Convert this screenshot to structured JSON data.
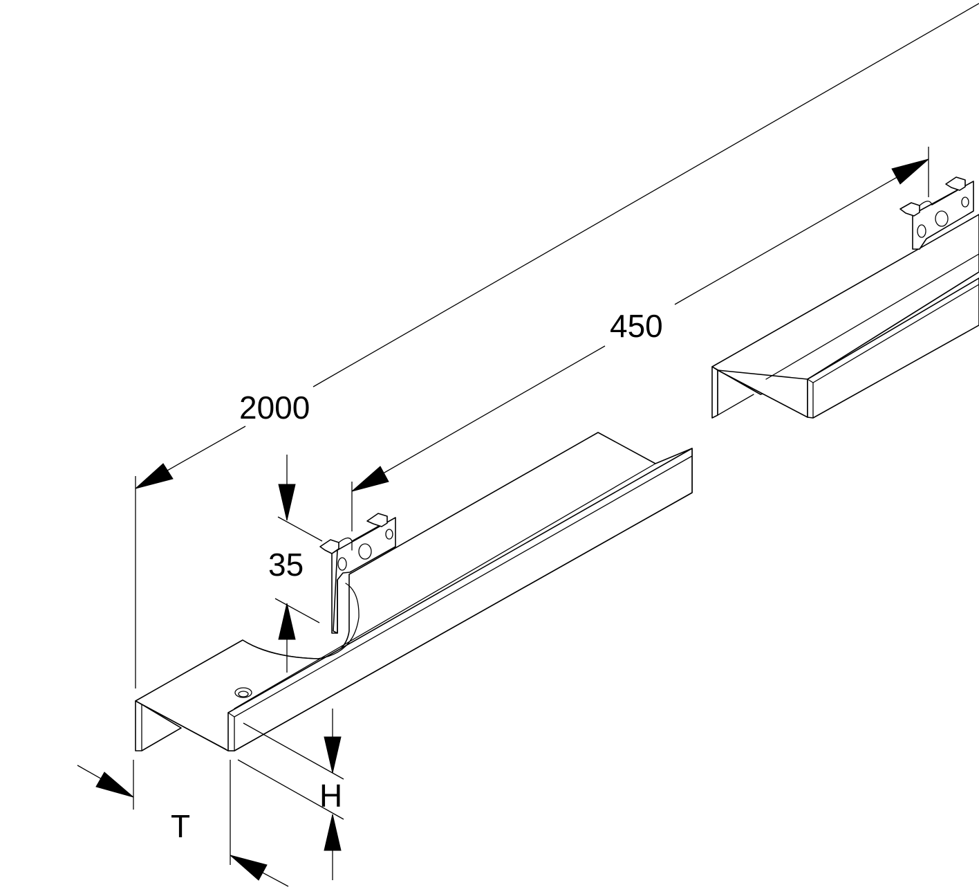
{
  "dimensions": {
    "length": "2000",
    "spacing": "450",
    "depth": "35",
    "height": "H",
    "width": "T"
  },
  "colors": {
    "line": "#000000",
    "background": "#ffffff"
  }
}
